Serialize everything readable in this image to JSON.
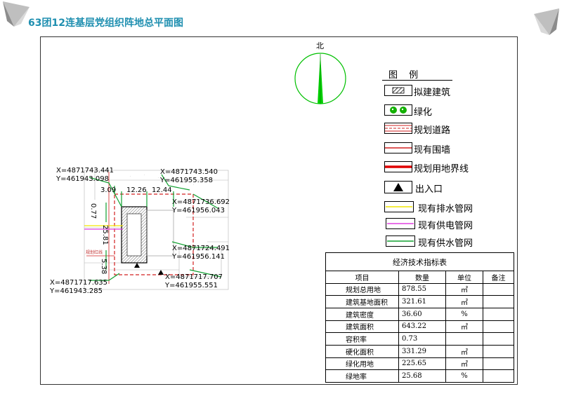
{
  "page": {
    "title": "63团12连基层党组织阵地总平面图"
  },
  "north": {
    "label": "北"
  },
  "legend": {
    "title": "图 例",
    "items": [
      {
        "label": "拟建建筑",
        "icon": "hatched-building-icon"
      },
      {
        "label": "绿化",
        "icon": "greenery-icon",
        "color": "#12b000"
      },
      {
        "label": "规划道路",
        "icon": "planned-road-icon",
        "color": "#d22020"
      },
      {
        "label": "现有围墙",
        "icon": "existing-wall-icon",
        "color": "#d22020"
      },
      {
        "label": "规划用地界线",
        "icon": "land-boundary-icon",
        "color": "#e00000"
      },
      {
        "label": "出入口",
        "icon": "entrance-triangle-icon"
      },
      {
        "label": "现有排水管网",
        "icon": "drain-pipe-icon",
        "color": "#f2e600"
      },
      {
        "label": "现有供电管网",
        "icon": "power-pipe-icon",
        "color": "#e040e0"
      },
      {
        "label": "现有供水管网",
        "icon": "water-pipe-icon",
        "color": "#10a030"
      }
    ]
  },
  "plan": {
    "coordinates": [
      {
        "x": "X=4871743.441",
        "y": "Y=461943.098"
      },
      {
        "x": "X=4871743.540",
        "y": "Y=461955.358"
      },
      {
        "x": "X=4871736.692",
        "y": "Y=461956.043"
      },
      {
        "x": "X=4871724.491",
        "y": "Y=461956.141"
      },
      {
        "x": "X=4871717.707",
        "y": "Y=461955.551"
      },
      {
        "x": "X=4871717.635",
        "y": "Y=461943.285"
      }
    ],
    "dimensions": [
      "3.09",
      "12.26",
      "12.44",
      "0.77",
      "25.81",
      "5.38"
    ],
    "boundary_note": "规划红线"
  },
  "econ_table": {
    "title": "经济技术指标表",
    "headers": [
      "项目",
      "数量",
      "单位",
      "备注"
    ],
    "rows": [
      [
        "规划总用地",
        "878.55",
        "㎡",
        ""
      ],
      [
        "建筑基地面积",
        "321.61",
        "㎡",
        ""
      ],
      [
        "建筑密度",
        "36.60",
        "%",
        ""
      ],
      [
        "建筑面积",
        "643.22",
        "㎡",
        ""
      ],
      [
        "容积率",
        "0.73",
        "",
        ""
      ],
      [
        "硬化面积",
        "331.29",
        "㎡",
        ""
      ],
      [
        "绿化用地",
        "225.65",
        "㎡",
        ""
      ],
      [
        "绿地率",
        "25.68",
        "%",
        ""
      ]
    ]
  }
}
